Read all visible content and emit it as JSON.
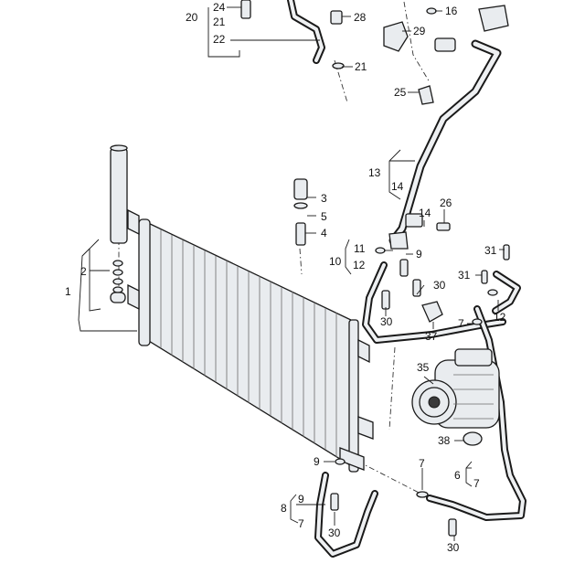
{
  "callouts": [
    {
      "id": "c20",
      "text": "20"
    },
    {
      "id": "c24",
      "text": "24"
    },
    {
      "id": "c21a",
      "text": "21"
    },
    {
      "id": "c22",
      "text": "22"
    },
    {
      "id": "c28",
      "text": "28"
    },
    {
      "id": "c16",
      "text": "16"
    },
    {
      "id": "c29",
      "text": "29"
    },
    {
      "id": "c21b",
      "text": "21"
    },
    {
      "id": "c25",
      "text": "25"
    },
    {
      "id": "c13",
      "text": "13"
    },
    {
      "id": "c14a",
      "text": "14"
    },
    {
      "id": "c3",
      "text": "3"
    },
    {
      "id": "c5",
      "text": "5"
    },
    {
      "id": "c4",
      "text": "4"
    },
    {
      "id": "c26",
      "text": "26"
    },
    {
      "id": "c14b",
      "text": "14"
    },
    {
      "id": "c11",
      "text": "11"
    },
    {
      "id": "c9a",
      "text": "9"
    },
    {
      "id": "c10",
      "text": "10"
    },
    {
      "id": "c12a",
      "text": "12"
    },
    {
      "id": "c31a",
      "text": "31"
    },
    {
      "id": "c31b",
      "text": "31"
    },
    {
      "id": "c2",
      "text": "2"
    },
    {
      "id": "c1",
      "text": "1"
    },
    {
      "id": "c30a",
      "text": "30"
    },
    {
      "id": "c30b",
      "text": "30"
    },
    {
      "id": "c37",
      "text": "37"
    },
    {
      "id": "c7a",
      "text": "7"
    },
    {
      "id": "c12b",
      "text": "12"
    },
    {
      "id": "c35",
      "text": "35"
    },
    {
      "id": "c38",
      "text": "38"
    },
    {
      "id": "c9b",
      "text": "9"
    },
    {
      "id": "c7b",
      "text": "7"
    },
    {
      "id": "c6",
      "text": "6"
    },
    {
      "id": "c7c",
      "text": "7"
    },
    {
      "id": "c9c",
      "text": "9"
    },
    {
      "id": "c8",
      "text": "8"
    },
    {
      "id": "c7d",
      "text": "7"
    },
    {
      "id": "c30c",
      "text": "30"
    },
    {
      "id": "c30d",
      "text": "30"
    }
  ]
}
